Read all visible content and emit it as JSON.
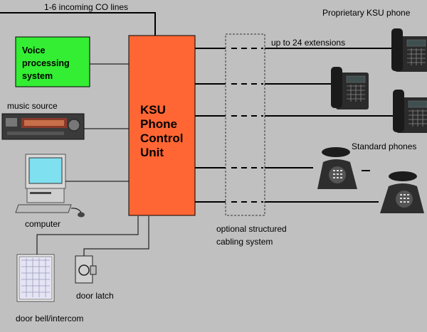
{
  "labels": {
    "incoming": "1-6 incoming CO lines",
    "voice": [
      "Voice",
      "processing",
      "system"
    ],
    "music": "music source",
    "computer": "computer",
    "door_bell": "door bell/intercom",
    "door_latch": "door latch",
    "ksu": [
      "KSU",
      "Phone",
      "Control",
      "Unit"
    ],
    "extensions": "up to 24 extensions",
    "cabling": [
      "optional structured",
      "cabling system"
    ],
    "proprietary": "Proprietary KSU phone",
    "standard": "Standard phones"
  },
  "colors": {
    "background": "#c0c0c0",
    "ksu_fill": "#ff6633",
    "voice_fill": "#33ee33",
    "monitor_screen": "#7fe0f0",
    "phone_body": "#2b2b2b"
  },
  "icons": [
    "music-source-icon",
    "computer-icon",
    "door-bell-icon",
    "door-latch-icon",
    "ksu-phone-icon",
    "standard-phone-icon"
  ]
}
